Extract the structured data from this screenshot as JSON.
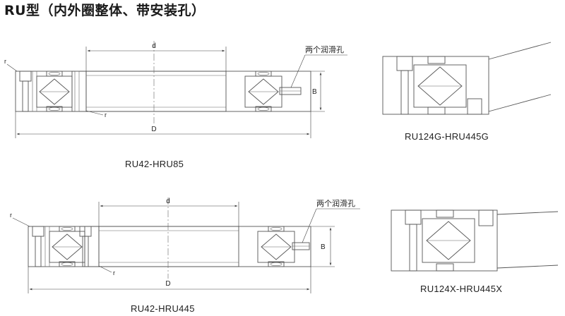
{
  "page": {
    "title": "RU型（内外圈整体、带安装孔）"
  },
  "figures": [
    {
      "caption": "RU42-HRU85",
      "dim_d": "d",
      "dim_D": "D",
      "dim_B": "B",
      "radius": "r",
      "lube_note": "两个润滑孔"
    },
    {
      "caption": "RU124G-HRU445G"
    },
    {
      "caption": "RU42-HRU445",
      "dim_d": "d",
      "dim_D": "D",
      "dim_B": "B",
      "radius": "r",
      "lube_note": "两个润滑孔"
    },
    {
      "caption": "RU124X-HRU445X"
    }
  ]
}
